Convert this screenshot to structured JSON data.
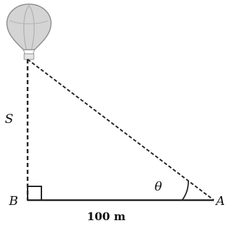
{
  "figure": {
    "labels": {
      "side_vertical": "S",
      "vertex_bottom_left": "B",
      "vertex_bottom_right": "A",
      "angle": "θ",
      "base_length": "100 m"
    },
    "icon": "hot-air-balloon-icon",
    "colors": {
      "line": "#222222",
      "balloon": "#cfcfcf",
      "background": "#ffffff"
    }
  }
}
